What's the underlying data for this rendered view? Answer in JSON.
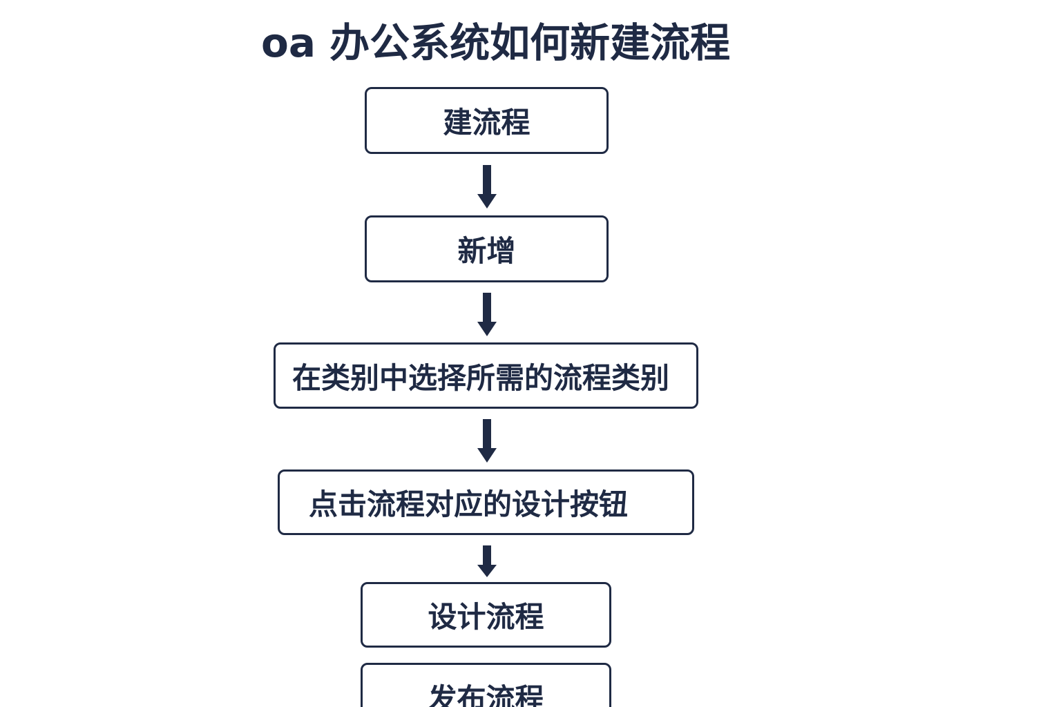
{
  "title": "oa 办公系统如何新建流程",
  "steps": [
    "建流程",
    "新增",
    "在类别中选择所需的流程类别",
    "点击流程对应的设计按钮",
    "设计流程",
    "发布流程"
  ],
  "colors": {
    "ink": "#1f2a44",
    "background": "#ffffff"
  }
}
